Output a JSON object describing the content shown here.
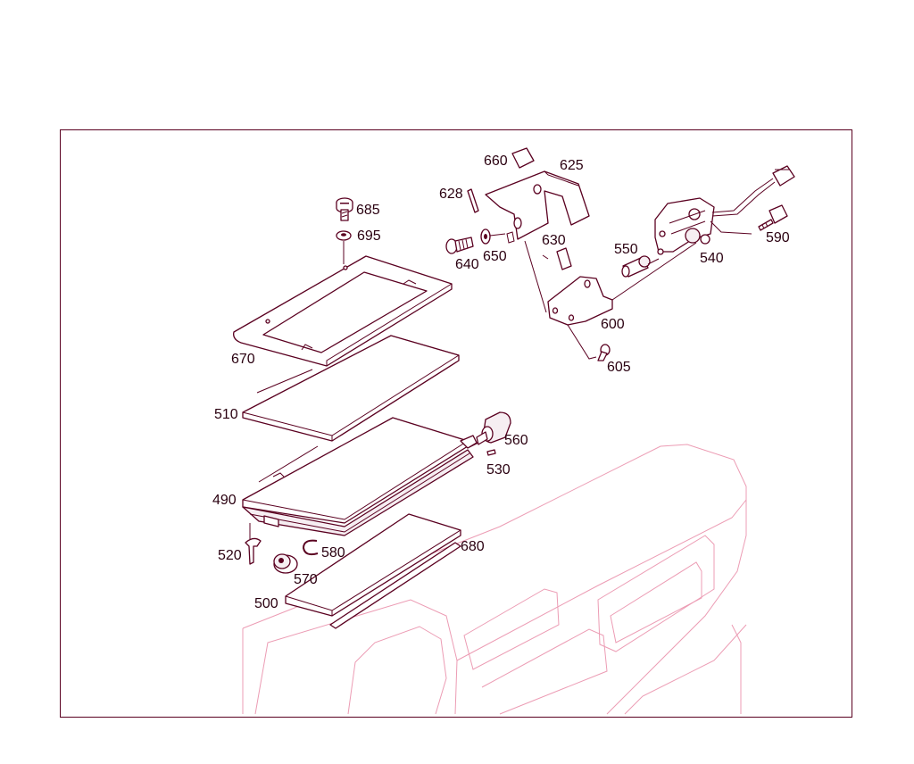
{
  "labels": {
    "p685": "685",
    "p695": "695",
    "p670": "670",
    "p510": "510",
    "p490": "490",
    "p520": "520",
    "p570": "570",
    "p580": "580",
    "p500": "500",
    "p680": "680",
    "p560": "560",
    "p530": "530",
    "p660": "660",
    "p625": "625",
    "p628": "628",
    "p640": "640",
    "p650": "650",
    "p630": "630",
    "p600": "600",
    "p605": "605",
    "p550": "550",
    "p540": "540",
    "p590": "590"
  },
  "colors": {
    "line": "#5a0020",
    "ghost": "#ec9cb4",
    "border": "#5a0020"
  }
}
